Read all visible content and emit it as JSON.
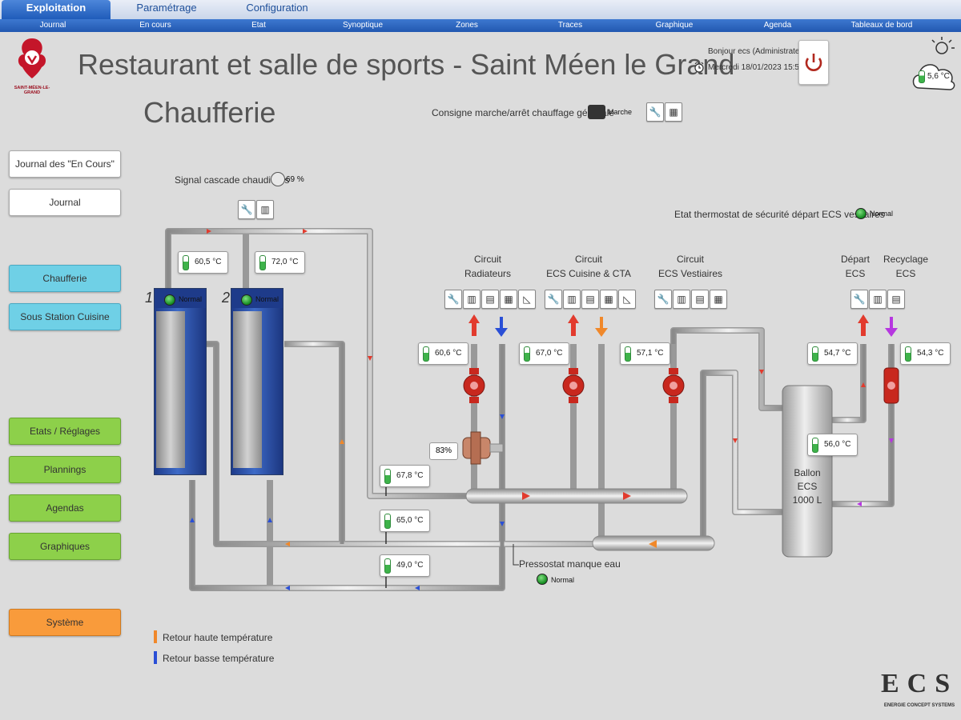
{
  "nav": {
    "main_tabs": [
      "Exploitation",
      "Paramétrage",
      "Configuration"
    ],
    "sub_tabs": [
      "Journal",
      "En cours",
      "Etat",
      "Synoptique",
      "Zones",
      "Traces",
      "Graphique",
      "Agenda",
      "Tableaux de bord"
    ]
  },
  "logo": {
    "caption": "SAINT-MÉEN-LE-GRAND"
  },
  "header": {
    "title": "Restaurant et salle de sports - Saint Méen le Grand",
    "subtitle": "Chaufferie",
    "greeting": "Bonjour ecs (Administrateur)",
    "datetime": "Mercredi 18/01/2023 15:59:06",
    "outside_temp": "5,6 °C"
  },
  "sidebar": {
    "journal_en_cours": "Journal des \"En Cours\"",
    "journal": "Journal",
    "chaufferie": "Chaufferie",
    "sous_station": "Sous Station Cuisine",
    "etats": "Etats / Réglages",
    "plannings": "Plannings",
    "agendas": "Agendas",
    "graphiques": "Graphiques",
    "systeme": "Système"
  },
  "controls": {
    "consigne_label": "Consigne marche/arrêt chauffage générale",
    "consigne_state": "Marche",
    "cascade_label": "Signal cascade chaudières",
    "cascade_value": "69 %",
    "thermostat_label": "Etat thermostat de sécurité départ ECS vestiaires",
    "thermostat_state": "Normal",
    "pressostat_label": "Pressostat manque eau",
    "pressostat_state": "Normal"
  },
  "boilers": [
    {
      "num": "1",
      "state": "Normal",
      "temp": "60,5 °C"
    },
    {
      "num": "2",
      "state": "Normal",
      "temp": "72,0 °C"
    }
  ],
  "circuits": {
    "radiateurs": {
      "title": "Circuit\nRadiateurs",
      "temp": "60,6 °C",
      "valve": "83%"
    },
    "ecs_cuisine": {
      "title": "Circuit\nECS Cuisine & CTA",
      "temp": "67,0 °C"
    },
    "ecs_vestiaires": {
      "title": "Circuit\nECS Vestiaires",
      "temp": "57,1 °C"
    },
    "depart_ecs": {
      "title": "Départ\nECS",
      "temp": "54,7 °C"
    },
    "recyclage_ecs": {
      "title": "Recyclage\nECS",
      "temp": "54,3 °C"
    }
  },
  "collector": {
    "t1": "67,8 °C",
    "t2": "65,0 °C",
    "t3": "49,0 °C"
  },
  "ballon": {
    "label": "Ballon ECS\n1000 L",
    "temp": "56,0 °C"
  },
  "legend": {
    "high": "Retour haute température",
    "low": "Retour basse température"
  },
  "brand": {
    "name": "ECS",
    "tagline": "ENERGIE CONCEPT SYSTEMS"
  },
  "colors": {
    "hot": "#e23b2e",
    "cold": "#2a4fd6",
    "orange": "#f0882a",
    "purple": "#b637e0",
    "pipe": "#bfbfbf"
  }
}
